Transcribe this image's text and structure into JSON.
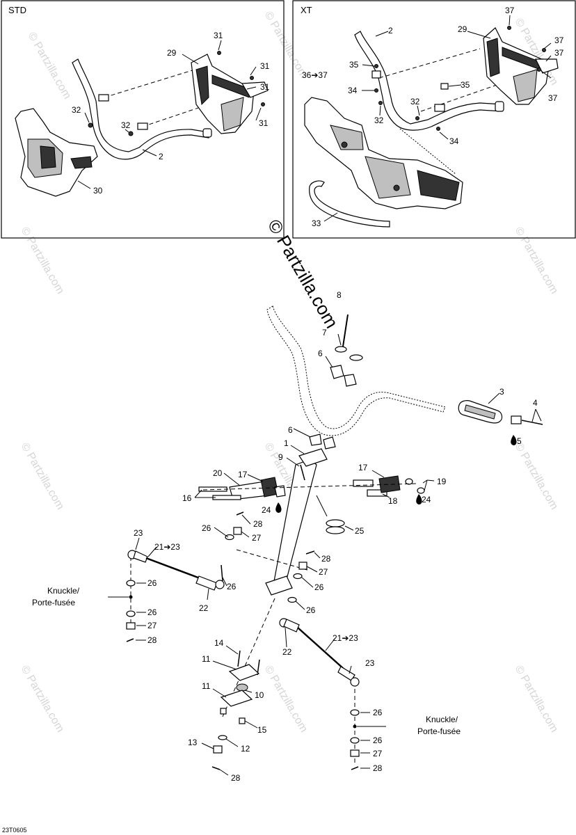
{
  "panels": {
    "std_title": "STD",
    "xt_title": "XT"
  },
  "watermark": {
    "main": "© Partzilla.com",
    "repeat": "© Partzilla.com"
  },
  "knuckle_left": {
    "line1": "Knuckle/",
    "line2": "Porte-fusée"
  },
  "knuckle_right": {
    "line1": "Knuckle/",
    "line2": "Porte-fusée"
  },
  "drawing_code": "23T0605",
  "std_labels": {
    "l31a": "31",
    "l29": "29",
    "l31b": "31",
    "l31c": "31",
    "l31d": "31",
    "l32a": "32",
    "l32b": "32",
    "l2": "2",
    "l30": "30"
  },
  "xt_labels": {
    "l37a": "37",
    "l2": "2",
    "l29": "29",
    "l37b": "37",
    "l37c": "37",
    "l37d": "37",
    "l35a": "35",
    "l36": "36➔37",
    "l34a": "34",
    "l35b": "35",
    "l32a": "32",
    "l32b": "32",
    "l34b": "34",
    "l33": "33"
  },
  "main_labels": {
    "l8": "8",
    "l7": "7",
    "l6a": "6",
    "l3": "3",
    "l4": "4",
    "l5": "5",
    "l6b": "6",
    "l1": "1",
    "l9": "9",
    "l20": "20",
    "l17a": "17",
    "l17b": "17",
    "l19": "19",
    "l16": "16",
    "l24a": "24",
    "l18": "18",
    "l24b": "24",
    "l25": "25",
    "l26a": "26",
    "l28a": "28",
    "l27a": "27",
    "l23a": "23",
    "l21a": "21➔23",
    "l28b": "28",
    "l27b": "27",
    "l26b": "26",
    "l26c": "26",
    "l26d": "26",
    "l26e": "26",
    "l26f": "26",
    "l22a": "22",
    "l27c": "27",
    "l28c": "28",
    "l14": "14",
    "l11a": "11",
    "l11b": "11",
    "l10": "10",
    "l15": "15",
    "l13": "13",
    "l12": "12",
    "l28d": "28",
    "l22b": "22",
    "l21b": "21➔23",
    "l23b": "23",
    "l26g": "26",
    "l26h": "26",
    "l27d": "27",
    "l28e": "28"
  }
}
